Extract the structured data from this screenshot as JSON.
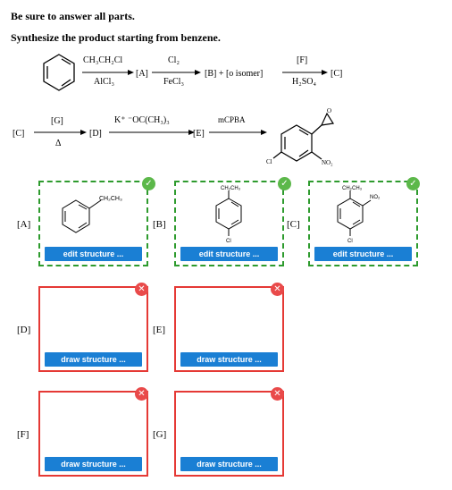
{
  "instructions": {
    "line1": "Be sure to answer all parts.",
    "line2": "Synthesize the product starting from benzene."
  },
  "scheme": {
    "row1": {
      "reagent1_top": "CH₃CH₂Cl",
      "reagent1_bottom": "AlCl₃",
      "product1": "[A]",
      "reagent2_top": "Cl₂",
      "reagent2_bottom": "FeCl₃",
      "product2": "[B] + [o isomer]",
      "reagent3_top": "[F]",
      "reagent3_bottom": "H₂SO₄",
      "product3": "[C]"
    },
    "row2": {
      "start": "[C]",
      "reagent1_top": "[G]",
      "reagent1_bottom": "Δ",
      "product1": "[D]",
      "reagent2_top": "K⁺ ⁻OC(CH₃)₃",
      "product2": "[E]",
      "reagent3_top": "mCPBA",
      "final_cl": "Cl",
      "final_no2": "NO₂"
    }
  },
  "answers": [
    {
      "label": "[A]",
      "button": "edit structure ...",
      "status": "correct",
      "sub": "CH₂CH₃"
    },
    {
      "label": "[B]",
      "button": "edit structure ...",
      "status": "correct",
      "sub_top": "CH₂CH₃",
      "sub_bottom": "Cl"
    },
    {
      "label": "[C]",
      "button": "edit structure ...",
      "status": "correct",
      "sub_top": "CH₂CH₃",
      "sub_side": "NO₂",
      "sub_bottom": "Cl"
    },
    {
      "label": "[D]",
      "button": "draw structure ...",
      "status": "incorrect"
    },
    {
      "label": "[E]",
      "button": "draw structure ...",
      "status": "incorrect"
    },
    {
      "label": "[F]",
      "button": "draw structure ...",
      "status": "incorrect"
    },
    {
      "label": "[G]",
      "button": "draw structure ...",
      "status": "incorrect"
    }
  ],
  "colors": {
    "correct": "#2e9b2e",
    "incorrect": "#e53935",
    "button": "#1a7fd4"
  },
  "icons": {
    "correct": "checkmark-icon",
    "incorrect": "x-mark-icon"
  },
  "glyphs": {
    "check": "✓",
    "cross": "✕"
  }
}
